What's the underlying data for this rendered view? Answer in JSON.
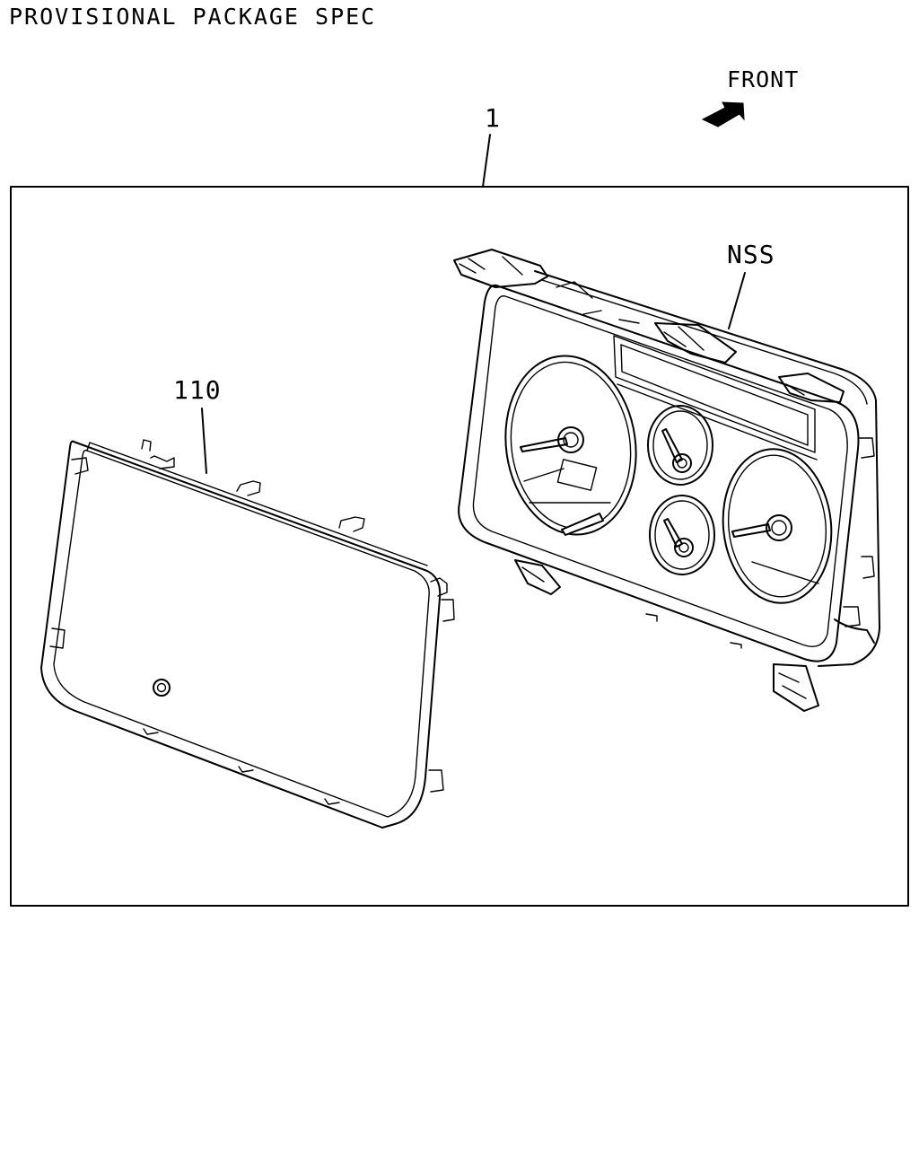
{
  "title": "PROVISIONAL PACKAGE SPEC",
  "orientation": {
    "label": "FRONT",
    "icon": "arrow-icon"
  },
  "callouts": {
    "assembly": "1",
    "lens": "110",
    "meter": "NSS"
  }
}
